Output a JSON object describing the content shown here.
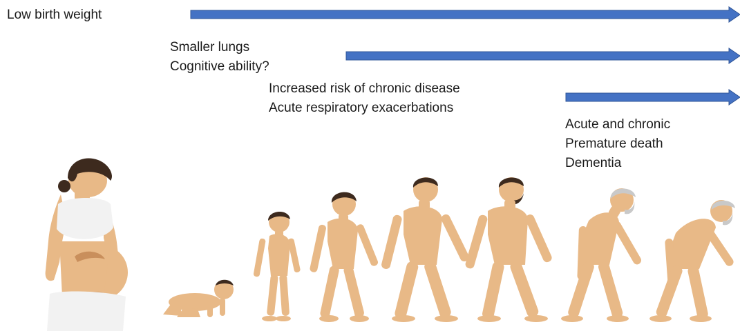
{
  "colors": {
    "arrow": "#4472c4",
    "arrow_edge": "#2f5597",
    "skin": "#e8b987",
    "skin_shade": "#c98f5c",
    "hair_dark": "#3d2a1e",
    "hair_grey": "#c9c9c9",
    "top_white": "#f2f2f2"
  },
  "stages": {
    "birth": {
      "label": "Low birth weight"
    },
    "childhood": {
      "line1": "Smaller lungs",
      "line2": "Cognitive ability?"
    },
    "adult": {
      "line1": "Increased risk of chronic disease",
      "line2": "Acute respiratory exacerbations"
    },
    "elderly": {
      "line1": "Acute and chronic",
      "line2": "Premature death",
      "line3": "Dementia"
    }
  },
  "figures": [
    {
      "name": "pregnant-woman-figure",
      "icon": "pregnant-woman"
    },
    {
      "name": "crawling-baby-figure",
      "icon": "crawling-baby"
    },
    {
      "name": "toddler-figure",
      "icon": "toddler"
    },
    {
      "name": "child-figure",
      "icon": "child"
    },
    {
      "name": "young-man-figure",
      "icon": "young-man"
    },
    {
      "name": "adult-man-figure",
      "icon": "adult-man"
    },
    {
      "name": "older-man-figure",
      "icon": "older-man"
    },
    {
      "name": "elderly-man-figure",
      "icon": "elderly-man"
    }
  ]
}
